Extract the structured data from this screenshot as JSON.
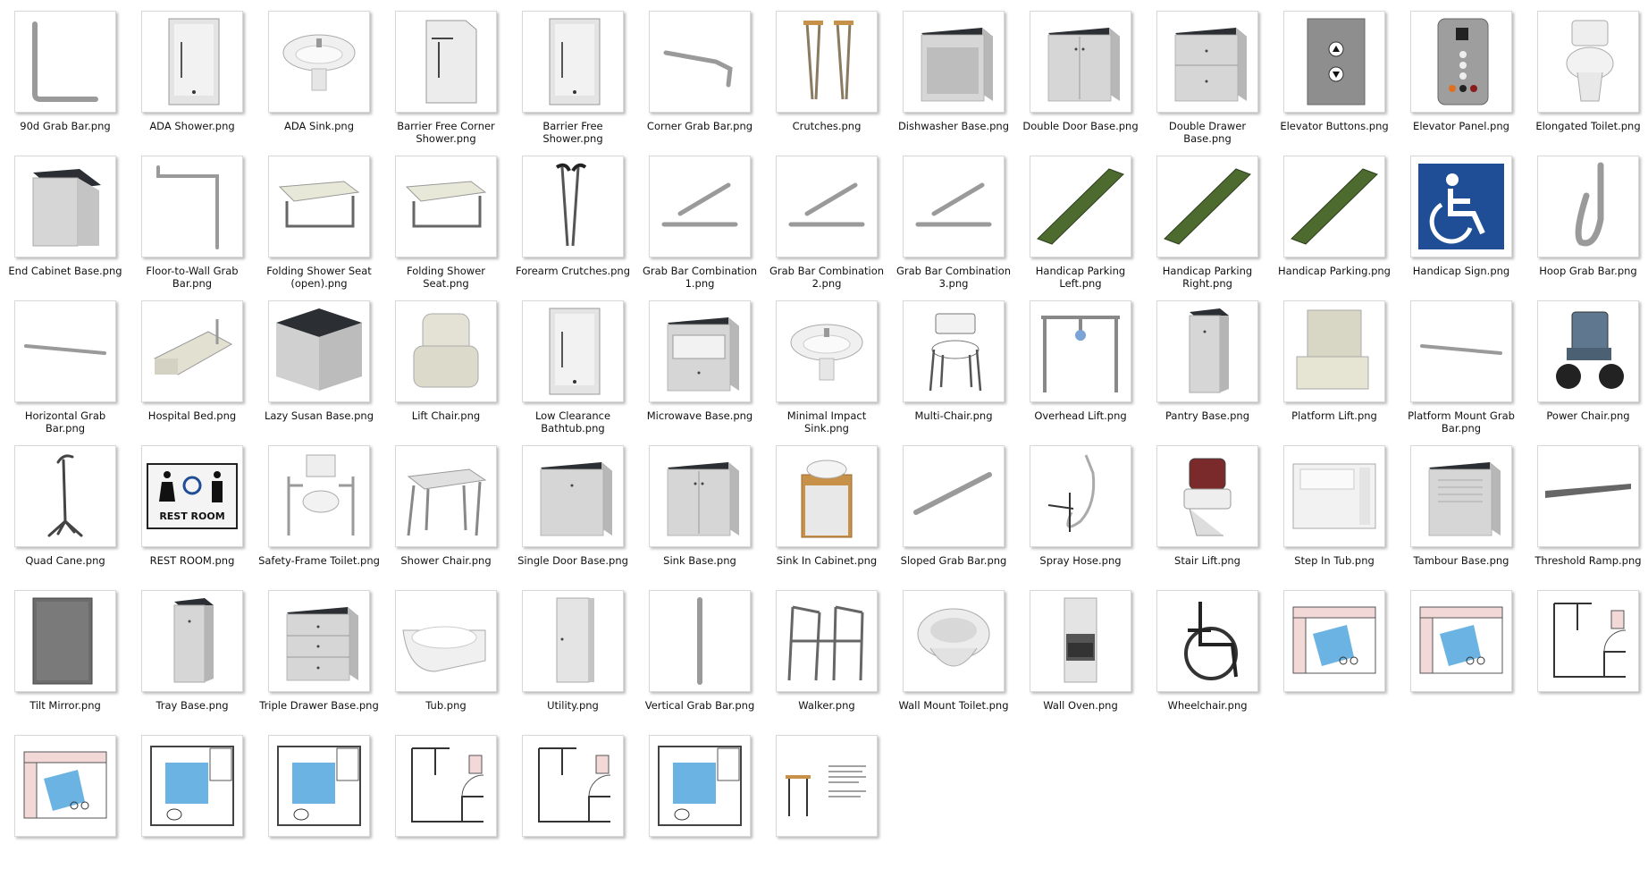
{
  "files": [
    {
      "name": "90d Grab Bar.png",
      "icon": "grab-bar-90-icon"
    },
    {
      "name": "ADA Shower.png",
      "icon": "shower-stall-icon"
    },
    {
      "name": "ADA Sink.png",
      "icon": "wall-sink-icon"
    },
    {
      "name": "Barrier Free Corner Shower.png",
      "icon": "corner-shower-icon"
    },
    {
      "name": "Barrier Free Shower.png",
      "icon": "shower-stall-icon"
    },
    {
      "name": "Corner Grab Bar.png",
      "icon": "corner-grab-bar-icon"
    },
    {
      "name": "Crutches.png",
      "icon": "crutches-icon"
    },
    {
      "name": "Dishwasher Base.png",
      "icon": "cabinet-dishwasher-icon"
    },
    {
      "name": "Double Door Base.png",
      "icon": "cabinet-double-door-icon"
    },
    {
      "name": "Double Drawer Base.png",
      "icon": "cabinet-drawers-icon"
    },
    {
      "name": "Elevator Buttons.png",
      "icon": "elevator-buttons-icon"
    },
    {
      "name": "Elevator Panel.png",
      "icon": "elevator-panel-icon"
    },
    {
      "name": "Elongated Toilet.png",
      "icon": "toilet-icon"
    },
    {
      "name": "End Cabinet Base.png",
      "icon": "cabinet-end-icon"
    },
    {
      "name": "Floor-to-Wall Grab Bar.png",
      "icon": "floor-wall-grab-bar-icon"
    },
    {
      "name": "Folding Shower Seat (open).png",
      "icon": "shower-seat-icon"
    },
    {
      "name": "Folding Shower Seat.png",
      "icon": "shower-seat-icon"
    },
    {
      "name": "Forearm Crutches.png",
      "icon": "forearm-crutches-icon"
    },
    {
      "name": "Grab Bar Combination 1.png",
      "icon": "grab-bar-combo-icon"
    },
    {
      "name": "Grab Bar Combination 2.png",
      "icon": "grab-bar-combo-icon"
    },
    {
      "name": "Grab Bar Combination 3.png",
      "icon": "grab-bar-combo-icon"
    },
    {
      "name": "Handicap Parking Left.png",
      "icon": "parking-pad-icon"
    },
    {
      "name": "Handicap Parking Right.png",
      "icon": "parking-pad-icon"
    },
    {
      "name": "Handicap Parking.png",
      "icon": "parking-pad-icon"
    },
    {
      "name": "Handicap Sign.png",
      "icon": "wheelchair-sign-icon"
    },
    {
      "name": "Hoop Grab Bar.png",
      "icon": "hoop-grab-bar-icon"
    },
    {
      "name": "Horizontal Grab Bar.png",
      "icon": "horizontal-grab-bar-icon"
    },
    {
      "name": "Hospital Bed.png",
      "icon": "hospital-bed-icon"
    },
    {
      "name": "Lazy Susan Base.png",
      "icon": "cabinet-corner-icon"
    },
    {
      "name": "Lift Chair.png",
      "icon": "lift-chair-icon"
    },
    {
      "name": "Low Clearance Bathtub.png",
      "icon": "shower-stall-icon"
    },
    {
      "name": "Microwave Base.png",
      "icon": "cabinet-microwave-icon"
    },
    {
      "name": "Minimal Impact Sink.png",
      "icon": "wall-sink-icon"
    },
    {
      "name": "Multi-Chair.png",
      "icon": "commode-chair-icon"
    },
    {
      "name": "Overhead Lift.png",
      "icon": "overhead-lift-icon"
    },
    {
      "name": "Pantry Base.png",
      "icon": "cabinet-narrow-icon"
    },
    {
      "name": "Platform Lift.png",
      "icon": "platform-lift-icon"
    },
    {
      "name": "Platform Mount Grab Bar.png",
      "icon": "horizontal-grab-bar-icon"
    },
    {
      "name": "Power Chair.png",
      "icon": "power-chair-icon"
    },
    {
      "name": "Quad Cane.png",
      "icon": "quad-cane-icon"
    },
    {
      "name": "REST ROOM.png",
      "icon": "restroom-sign-icon",
      "sign_text": "REST ROOM"
    },
    {
      "name": "Safety-Frame Toilet.png",
      "icon": "toilet-frame-icon"
    },
    {
      "name": "Shower Chair.png",
      "icon": "shower-chair-icon"
    },
    {
      "name": "Single Door Base.png",
      "icon": "cabinet-single-door-icon"
    },
    {
      "name": "Sink Base.png",
      "icon": "cabinet-double-door-icon"
    },
    {
      "name": "Sink In Cabinet.png",
      "icon": "sink-cabinet-icon"
    },
    {
      "name": "Sloped Grab Bar.png",
      "icon": "sloped-grab-bar-icon"
    },
    {
      "name": "Spray Hose.png",
      "icon": "spray-hose-icon"
    },
    {
      "name": "Stair Lift.png",
      "icon": "stair-lift-icon"
    },
    {
      "name": "Step In Tub.png",
      "icon": "step-in-tub-icon"
    },
    {
      "name": "Tambour Base.png",
      "icon": "cabinet-tambour-icon"
    },
    {
      "name": "Threshold Ramp.png",
      "icon": "threshold-ramp-icon"
    },
    {
      "name": "Tilt Mirror.png",
      "icon": "tilt-mirror-icon"
    },
    {
      "name": "Tray Base.png",
      "icon": "cabinet-narrow-icon"
    },
    {
      "name": "Triple Drawer Base.png",
      "icon": "cabinet-triple-drawer-icon"
    },
    {
      "name": "Tub.png",
      "icon": "bathtub-icon"
    },
    {
      "name": "Utility.png",
      "icon": "tall-utility-icon"
    },
    {
      "name": "Vertical Grab Bar.png",
      "icon": "vertical-grab-bar-icon"
    },
    {
      "name": "Walker.png",
      "icon": "walker-icon"
    },
    {
      "name": "Wall Mount Toilet.png",
      "icon": "wall-toilet-icon"
    },
    {
      "name": "Wall Oven.png",
      "icon": "wall-oven-icon"
    },
    {
      "name": "Wheelchair.png",
      "icon": "wheelchair-icon"
    },
    {
      "name": "",
      "icon": "kitchen-plan-icon"
    },
    {
      "name": "",
      "icon": "kitchen-plan-icon"
    },
    {
      "name": "",
      "icon": "floor-plan-icon"
    },
    {
      "name": "",
      "icon": "kitchen-plan-icon"
    },
    {
      "name": "",
      "icon": "bathroom-plan-icon"
    },
    {
      "name": "",
      "icon": "bathroom-plan-icon"
    },
    {
      "name": "",
      "icon": "floor-plan-icon"
    },
    {
      "name": "",
      "icon": "floor-plan-icon"
    },
    {
      "name": "",
      "icon": "bathroom-plan-icon"
    },
    {
      "name": "",
      "icon": "detail-drawing-icon"
    }
  ],
  "colors": {
    "countertop": "#2b2f33",
    "cabinet": "#d6d6d6",
    "metal": "#9a9a9a",
    "grass": "#4d6a2f",
    "sign_blue": "#1f4e96",
    "plan_blue": "#3a9ad8",
    "wood": "#c8914a"
  }
}
